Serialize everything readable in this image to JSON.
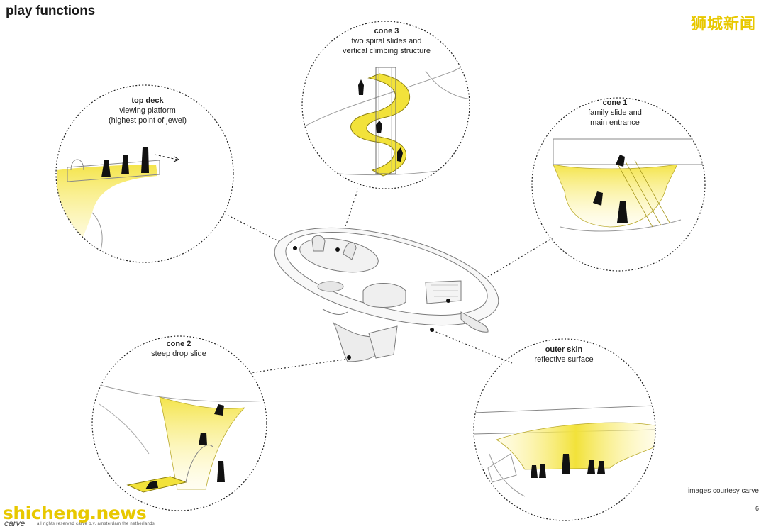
{
  "page": {
    "title": "play functions"
  },
  "watermarks": {
    "cn": "狮城新闻",
    "en": "shicheng.news"
  },
  "callouts": {
    "cone3": {
      "title": "cone 3",
      "line1": "two spiral slides and",
      "line2": "vertical climbing structure"
    },
    "top_deck": {
      "title": "top deck",
      "line1": "viewing platform",
      "line2": "(highest point of jewel)"
    },
    "cone1": {
      "title": "cone 1",
      "line1": "family slide and",
      "line2": "main entrance"
    },
    "cone2": {
      "title": "cone 2",
      "line1": "steep drop slide"
    },
    "outer_skin": {
      "title": "outer skin",
      "line1": "reflective surface"
    }
  },
  "footer": {
    "credit": "images courtesy carve",
    "page_number": "6",
    "logo": "carve",
    "rights": "all rights reserved carve b.v. amsterdam the netherlands"
  },
  "colors": {
    "accent_yellow": "#f2e23a",
    "watermark": "#e8c800",
    "line": "#2a2a2a"
  }
}
